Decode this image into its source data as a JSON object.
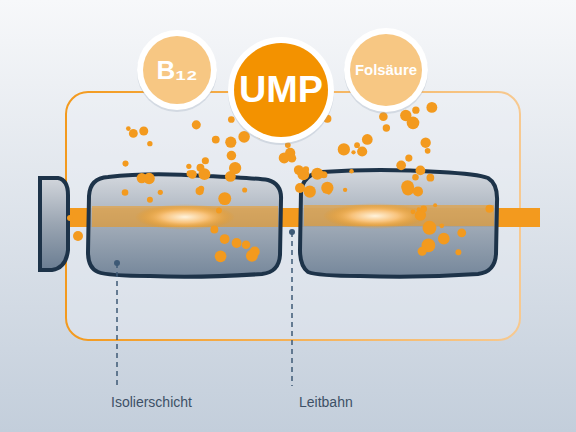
{
  "diagram": {
    "nodes": [
      {
        "text": [
          "B₁₂"
        ]
      },
      {
        "text": [
          "UMP"
        ]
      },
      {
        "text": [
          "Folsäure"
        ]
      }
    ],
    "labels": [
      "Isolierschicht",
      "Leitbahn"
    ]
  }
}
